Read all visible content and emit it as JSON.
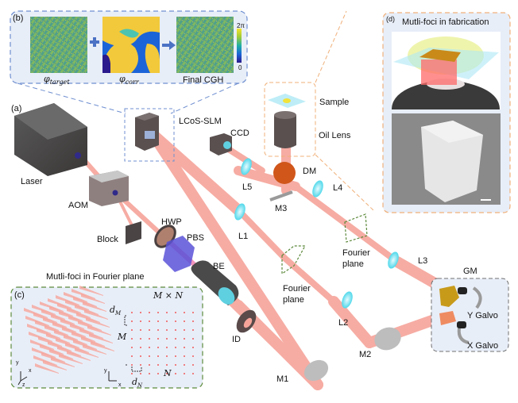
{
  "figure": {
    "panels": {
      "a": {
        "tag": "(a)"
      },
      "b": {
        "tag": "(b)",
        "items": [
          {
            "label": "φ",
            "sub": "target"
          },
          {
            "label": "φ",
            "sub": "corr"
          },
          {
            "label": "Final CGH"
          }
        ],
        "operators": [
          "+",
          "→"
        ],
        "colorbar": {
          "max": "2π",
          "min": "0"
        }
      },
      "c": {
        "tag": "(c)",
        "title": "Mutli-foci in Fourier plane",
        "grid_label": "M × N",
        "row_label": "M",
        "col_label": "N",
        "row_spacing": "d",
        "row_spacing_sub": "M",
        "col_spacing": "d",
        "col_spacing_sub": "N",
        "rows": 8,
        "cols": 8,
        "axes_3d": [
          "y",
          "x",
          "z"
        ],
        "axes_2d": [
          "y",
          "x"
        ]
      },
      "d": {
        "tag": "(d)",
        "title": "Mutli-foci in fabrication"
      },
      "gm": {
        "title": "GM",
        "y_galvo": "Y Galvo",
        "x_galvo": "X Galvo"
      }
    },
    "components": {
      "laser": "Laser",
      "aom": "AOM",
      "block": "Block",
      "hwp": "HWP",
      "pbs": "PBS",
      "be": "BE",
      "id": "ID",
      "m1": "M1",
      "slm": "LCoS-SLM",
      "ccd": "CCD",
      "l1": "L1",
      "l2": "L2",
      "l3": "L3",
      "l4": "L4",
      "l5": "L5",
      "m2": "M2",
      "m3": "M3",
      "dm": "DM",
      "sample": "Sample",
      "oil_lens": "Oil Lens",
      "fourier1": "Fourier plane",
      "fourier2": "Fourier plane"
    },
    "colors": {
      "beam": "#f6a49a",
      "lens": "#5fe0ef",
      "box_blue_border": "#6f8fd0",
      "box_green_border": "#5c8a3c",
      "box_orange_border": "#f0b07a",
      "box_gray_border": "#707070",
      "panel_bg": "#e8eef8"
    }
  }
}
